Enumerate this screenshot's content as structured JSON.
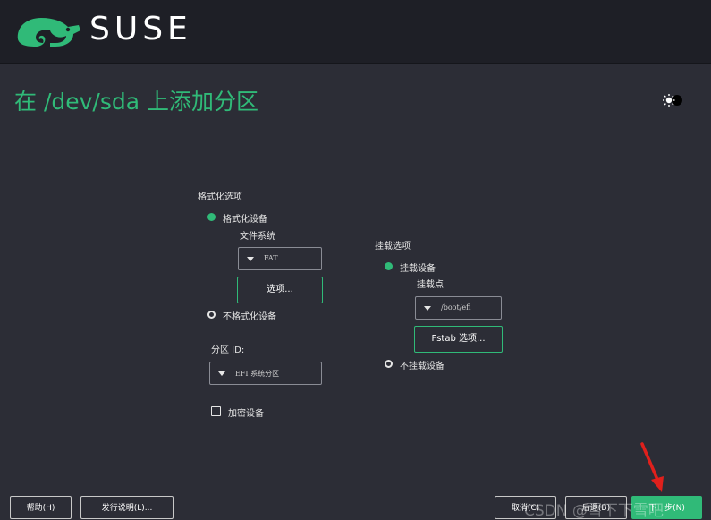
{
  "header": {
    "brand": "SUSE",
    "logo_icon": "chameleon-icon"
  },
  "page": {
    "title": "在 /dev/sda 上添加分区"
  },
  "theme_toggle": {
    "icon": "sun-moon-icon"
  },
  "format": {
    "section_label": "格式化选项",
    "format_device_label": "格式化设备",
    "format_device_selected": true,
    "filesystem_label": "文件系统",
    "filesystem_value": "FAT",
    "options_button": "选项...",
    "no_format_label": "不格式化设备",
    "partition_id_label": "分区 ID:",
    "partition_id_value": "EFI 系统分区",
    "encrypt_label": "加密设备",
    "encrypt_checked": false
  },
  "mount": {
    "section_label": "挂载选项",
    "mount_device_label": "挂载设备",
    "mount_device_selected": true,
    "mount_point_label": "挂载点",
    "mount_point_value": "/boot/efi",
    "fstab_button": "Fstab 选项...",
    "no_mount_label": "不挂载设备"
  },
  "footer": {
    "help": "帮助(H)",
    "release_notes": "发行说明(L)...",
    "cancel": "取消(C)",
    "back": "后退(B)",
    "next": "下一步(N)"
  },
  "overlay": {
    "watermark": "CSDN @雪下下雪吧"
  },
  "colors": {
    "accent": "#30ba78",
    "background": "#2c2d36",
    "header": "#1e1f26",
    "annotation_arrow": "#e0201c"
  }
}
